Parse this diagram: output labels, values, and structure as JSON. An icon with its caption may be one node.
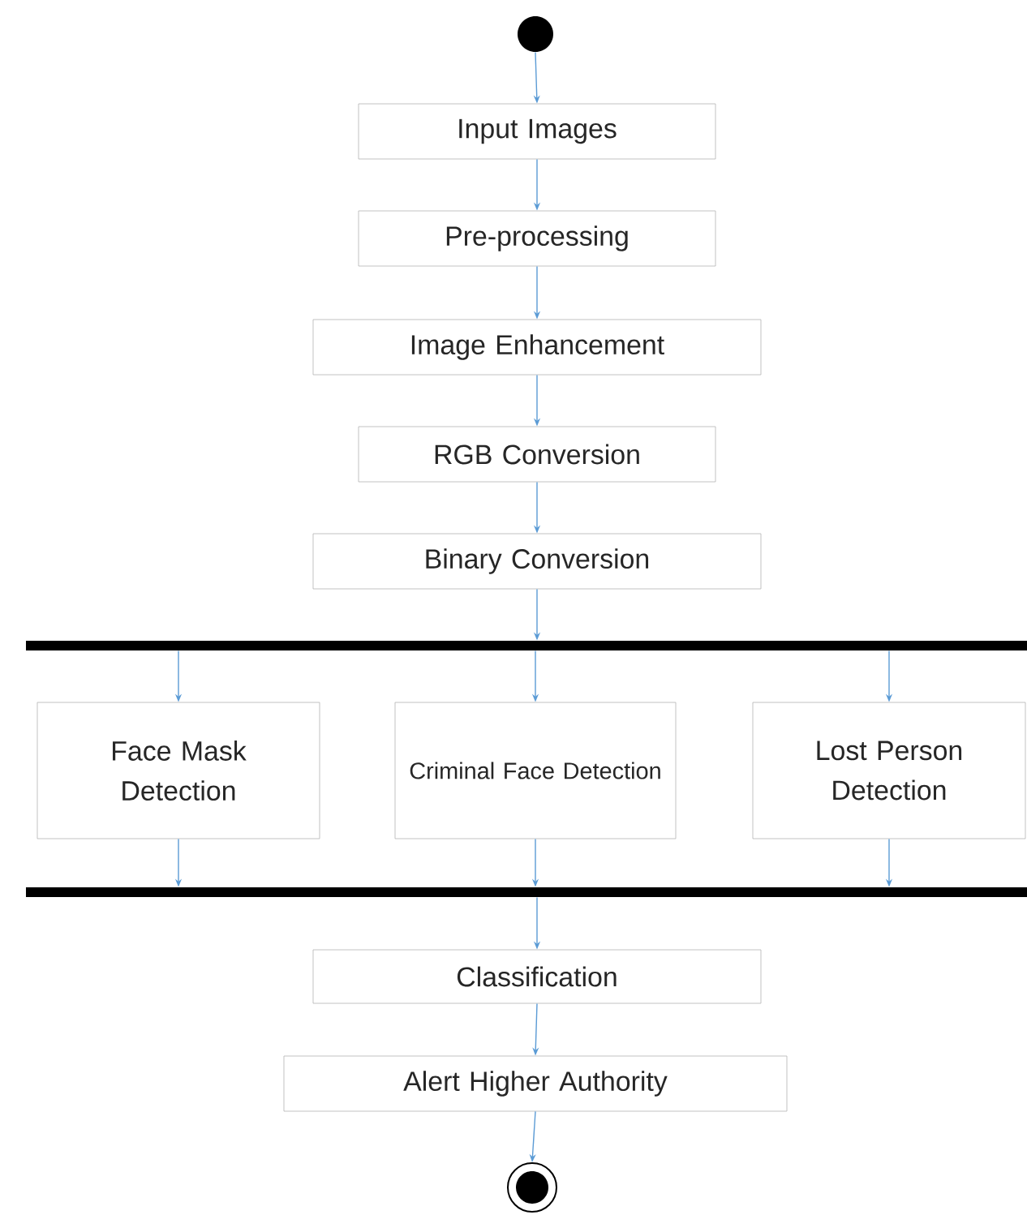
{
  "diagram": {
    "nodes": [
      {
        "text": [],
        "shape": "circle"
      },
      {
        "text": [
          "Input Images"
        ]
      },
      {
        "text": [
          "Pre-processing"
        ]
      },
      {
        "text": [
          "Image Enhancement"
        ]
      },
      {
        "text": [
          "RGB Conversion"
        ]
      },
      {
        "text": [
          "Binary Conversion"
        ]
      },
      {
        "text": [],
        "shape": "bar"
      },
      {
        "text": [
          "Face Mask Detection"
        ]
      },
      {
        "text": [
          "Criminal Face Detection"
        ]
      },
      {
        "text": [
          "Lost Person Detection"
        ]
      },
      {
        "text": [],
        "shape": "bar"
      },
      {
        "text": [
          "Classification"
        ]
      },
      {
        "text": [
          "Alert Higher Authority"
        ]
      },
      {
        "text": [],
        "shape": "endpoint"
      }
    ],
    "edges": [
      {
        "from": 0,
        "to": 1,
        "arrow": "to"
      },
      {
        "from": 1,
        "to": 2,
        "arrow": "to"
      },
      {
        "from": 2,
        "to": 3,
        "arrow": "to"
      },
      {
        "from": 3,
        "to": 4,
        "arrow": "to"
      },
      {
        "from": 4,
        "to": 5,
        "arrow": "to"
      },
      {
        "from": 5,
        "to": 6,
        "arrow": "to"
      },
      {
        "from": 6,
        "to": 7,
        "arrow": "to"
      },
      {
        "from": 6,
        "to": 8,
        "arrow": "to"
      },
      {
        "from": 6,
        "to": 9,
        "arrow": "to"
      },
      {
        "from": 7,
        "to": 10,
        "arrow": "to"
      },
      {
        "from": 8,
        "to": 10,
        "arrow": "to"
      },
      {
        "from": 9,
        "to": 10,
        "arrow": "to"
      },
      {
        "from": 10,
        "to": 11,
        "arrow": "to"
      },
      {
        "from": 11,
        "to": 12,
        "arrow": "to"
      },
      {
        "from": 12,
        "to": 13,
        "arrow": "to"
      }
    ]
  }
}
